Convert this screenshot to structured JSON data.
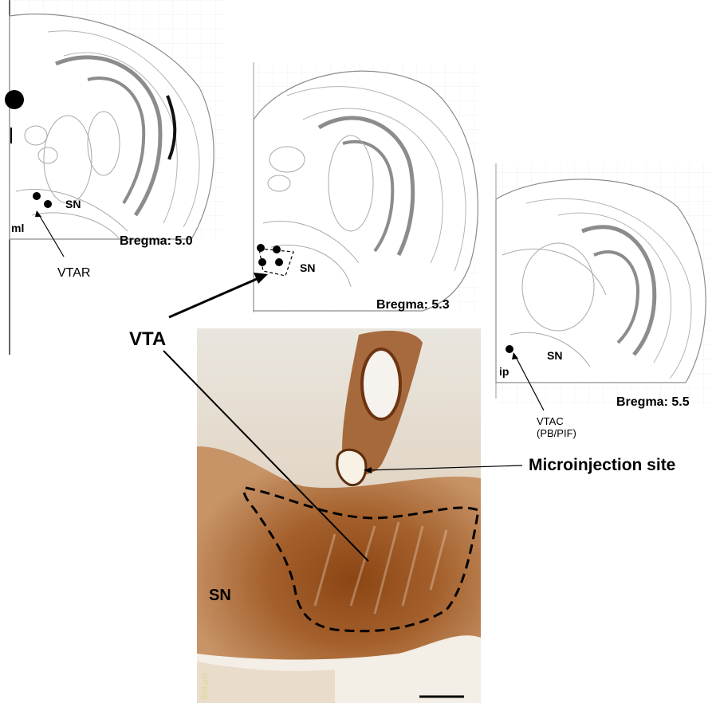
{
  "panels": [
    {
      "bregma": "Bregma: 5.0",
      "sn": "SN",
      "ml": "ml",
      "pointer": "VTAR"
    },
    {
      "bregma": "Bregma: 5.3",
      "sn": "SN"
    },
    {
      "bregma": "Bregma: 5.5",
      "sn": "SN",
      "ip": "ip",
      "pointer_line1": "VTAC",
      "pointer_line2": "(PB/PIF)"
    }
  ],
  "photo": {
    "vta_label": "VTA",
    "sn_label": "SN",
    "microinjection_label": "Microinjection site",
    "scale_text": "200 µm"
  },
  "colors": {
    "stain_dark": "#7a3a10",
    "stain_mid": "#a8602a",
    "stain_light": "#d9b48c",
    "tissue_bg": "#ece4d8",
    "atlas_line": "#9a9a9a",
    "atlas_thick": "#8c8c8c"
  }
}
